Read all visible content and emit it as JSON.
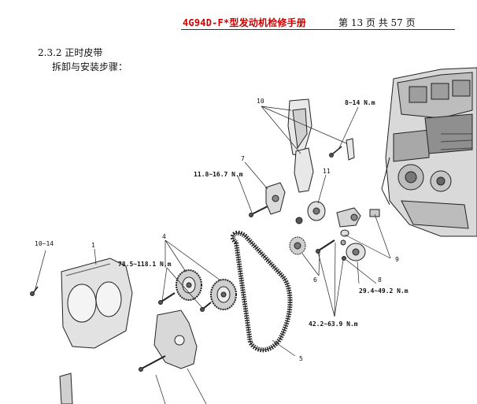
{
  "header": {
    "doc_title": "4G94D-F*型发动机检修手册",
    "page_info": "第 13 页 共 57 页"
  },
  "section": {
    "heading": "2.3.2 正时皮带",
    "subheading": "拆卸与安装步骤："
  },
  "diagram": {
    "callouts": {
      "c1": "1",
      "c4": "4",
      "c5": "5",
      "c6": "6",
      "c7": "7",
      "c8": "8",
      "c9": "9",
      "c10": "10",
      "c11": "11"
    },
    "torques": {
      "t_10_14_left": "10~14",
      "t_8_14": "8~14 N.m",
      "t_11_8": "11.8~16.7 N.m",
      "t_78_5": "78.5~118.1 N.m",
      "t_29_4": "29.4~49.2 N.m",
      "t_42_2": "42.2~63.9 N.m"
    }
  }
}
